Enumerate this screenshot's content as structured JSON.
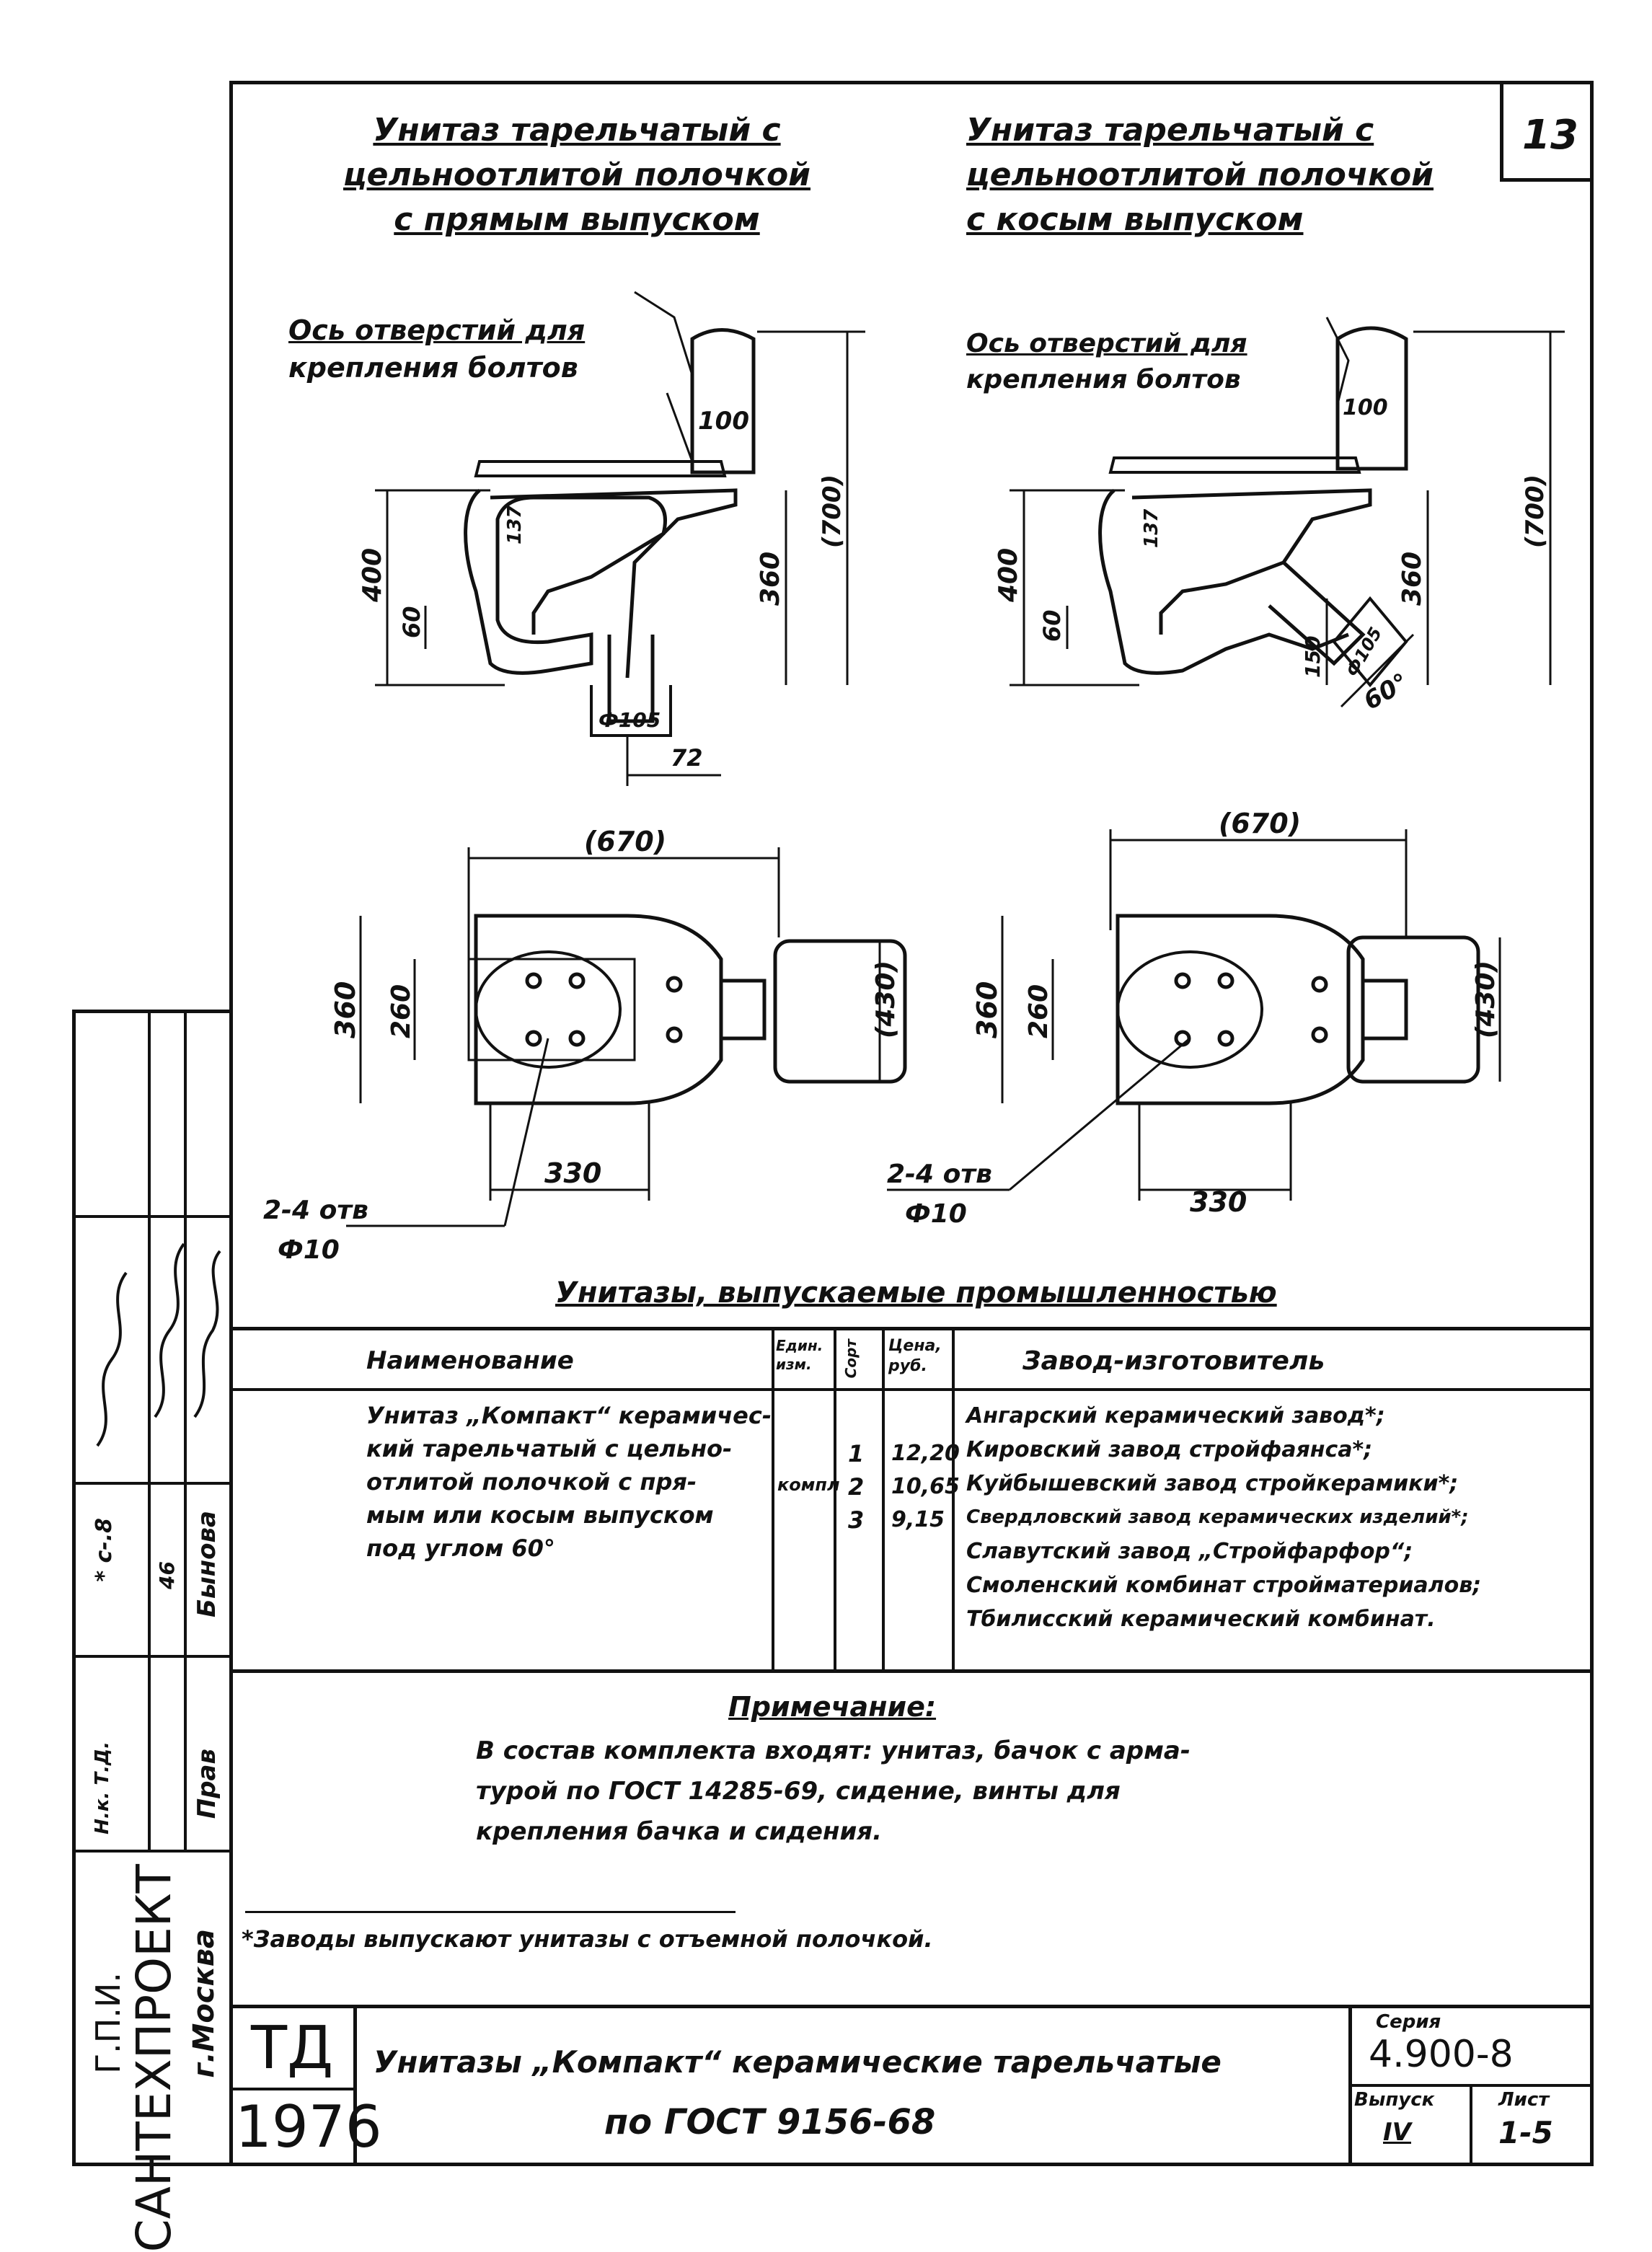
{
  "sheet_number": "13",
  "left_title": [
    "Унитаз тарельчатый с",
    "цельноотлитой полочкой",
    "с прямым выпуском"
  ],
  "right_title": [
    "Унитаз тарельчатый с",
    "цельноотлитой полочкой",
    "с косым выпуском"
  ],
  "bolt_axis_label": [
    "Ось отверстий для",
    "крепления болтов"
  ],
  "dimensions": {
    "d100": "100",
    "d700": "(700)",
    "d400": "400",
    "d360": "360",
    "d60": "60",
    "d137": "137",
    "d105": "Ф105",
    "d72": "72",
    "d150": "150",
    "d60deg": "60°",
    "d670": "(670)",
    "d430": "(430)",
    "d260": "260",
    "d330": "330",
    "holes": [
      "2-4 отв",
      "Ф10"
    ]
  },
  "table_caption": "Унитазы, выпускаемые промышленностью",
  "table": {
    "headers": [
      "Наименование",
      "Един. изм.",
      "Сорт",
      "Цена, руб.",
      "Завод-изготовитель"
    ],
    "name": [
      "Унитаз „Компакт“ керамичес-",
      "кий тарельчатый с цельно-",
      "отлитой полочкой с пря-",
      "мым или косым выпуском",
      "под углом 60°"
    ],
    "unit": "компл",
    "grades": [
      "1",
      "2",
      "3"
    ],
    "prices": [
      "12,20",
      "10,65",
      "9,15"
    ],
    "plants": [
      "Ангарский керамический завод*;",
      "Кировский завод стройфаянса*;",
      "Куйбышевский завод стройкерамики*;",
      "Свердловский завод керамических изделий*;",
      "Славутский завод „Стройфарфор“;",
      "Смоленский комбинат стройматериалов;",
      "Тбилисский керамический комбинат."
    ]
  },
  "note_title": "Примечание:",
  "note_lines": [
    "В состав комплекта входят: унитаз, бачок с арма-",
    "турой по ГОСТ 14285-69, сидение, винты для",
    "крепления бачка и сидения."
  ],
  "footnote": "*Заводы выпускают унитазы с отъемной полочкой.",
  "stamp": {
    "title_line1": "Унитазы „Компакт“ керамические тарельчатые",
    "title_line2": "по ГОСТ 9156-68",
    "td": "ТД",
    "year": "1976",
    "series_label": "Серия",
    "series": "4.900-8",
    "issue_label": "Выпуск",
    "issue": "IV",
    "sheet_label": "Лист",
    "sheet": "1-5"
  },
  "side_stamp": {
    "org1": "Г.П.И.",
    "org2": "САНТЕХПРОЕКТ",
    "city": "г.Москва",
    "roles": [
      "Прав",
      "Бынова"
    ],
    "codes": [
      "Н.к. Т.Д.",
      "* с-.8",
      "46"
    ]
  }
}
